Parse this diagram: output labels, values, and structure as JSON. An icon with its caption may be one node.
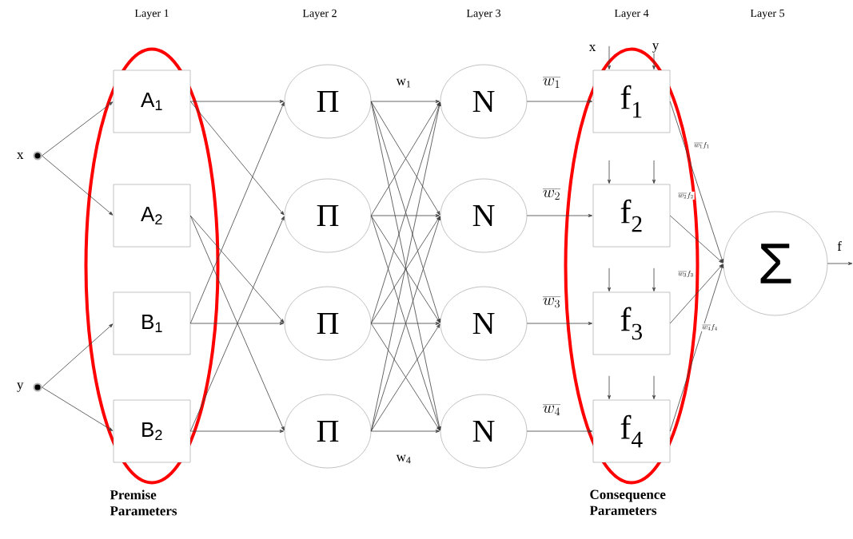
{
  "diagram": {
    "nodes": [
      {
        "text": [],
        "shape": "circle",
        "beside": [
          "x"
        ]
      },
      {
        "text": [],
        "shape": "circle",
        "beside": [
          "y"
        ]
      },
      {
        "text": [
          "Premise Parameters"
        ]
      },
      {
        "text": [
          "A$_{1}$"
        ],
        "in": 2
      },
      {
        "text": [
          "A$_{2}$"
        ],
        "in": 2
      },
      {
        "text": [
          "B$_{1}$"
        ],
        "in": 2
      },
      {
        "text": [
          "B$_{2}$"
        ],
        "in": 2
      },
      {
        "text": [
          "Π"
        ]
      },
      {
        "text": [
          "Π"
        ]
      },
      {
        "text": [
          "Π"
        ]
      },
      {
        "text": [
          "Π"
        ]
      },
      {
        "text": [
          "N"
        ]
      },
      {
        "text": [
          "N"
        ]
      },
      {
        "text": [
          "N"
        ]
      },
      {
        "text": [
          "N"
        ]
      },
      {
        "text": [
          "Consequence Parameters"
        ]
      },
      {
        "text": [
          "f$_{1}$"
        ],
        "in": 15
      },
      {
        "text": [
          "f$_{2}$"
        ],
        "in": 15
      },
      {
        "text": [
          "f$_{3}$"
        ],
        "in": 15
      },
      {
        "text": [
          "f$_{4}$"
        ],
        "in": 15
      },
      {
        "text": [
          "Σ"
        ]
      }
    ],
    "edges": [
      {
        "from": 0,
        "to": 3,
        "arrow": "to"
      },
      {
        "from": 0,
        "to": 4,
        "arrow": "to"
      },
      {
        "from": 1,
        "to": 5,
        "arrow": "to"
      },
      {
        "from": 1,
        "to": 6,
        "arrow": "to"
      },
      {
        "from": 3,
        "to": 7,
        "arrow": "to"
      },
      {
        "from": 3,
        "to": 8,
        "arrow": "to"
      },
      {
        "from": 4,
        "to": 9,
        "arrow": "to"
      },
      {
        "from": 4,
        "to": 10,
        "arrow": "to"
      },
      {
        "from": 5,
        "to": 7,
        "arrow": "to"
      },
      {
        "from": 5,
        "to": 9,
        "arrow": "to"
      },
      {
        "from": 6,
        "to": 8,
        "arrow": "to"
      },
      {
        "from": 6,
        "to": 10,
        "arrow": "to"
      },
      {
        "from": 7,
        "to": 11,
        "arrow": "to",
        "label": "w$_{1}$"
      },
      {
        "from": 7,
        "to": 12,
        "arrow": "to"
      },
      {
        "from": 7,
        "to": 13,
        "arrow": "to"
      },
      {
        "from": 7,
        "to": 14,
        "arrow": "to"
      },
      {
        "from": 8,
        "to": 11,
        "arrow": "to"
      },
      {
        "from": 8,
        "to": 12,
        "arrow": "to"
      },
      {
        "from": 8,
        "to": 13,
        "arrow": "to"
      },
      {
        "from": 8,
        "to": 14,
        "arrow": "to"
      },
      {
        "from": 9,
        "to": 11,
        "arrow": "to"
      },
      {
        "from": 9,
        "to": 12,
        "arrow": "to"
      },
      {
        "from": 9,
        "to": 13,
        "arrow": "to"
      },
      {
        "from": 9,
        "to": 14,
        "arrow": "to"
      },
      {
        "from": 10,
        "to": 11,
        "arrow": "to"
      },
      {
        "from": 10,
        "to": 12,
        "arrow": "to"
      },
      {
        "from": 10,
        "to": 13,
        "arrow": "to"
      },
      {
        "from": 10,
        "to": 14,
        "arrow": "to",
        "label": "w$_{4}$"
      },
      {
        "from": 11,
        "to": 16,
        "arrow": "to",
        "label": "\\overline{w_1}"
      },
      {
        "from": 12,
        "to": 17,
        "arrow": "to",
        "label": "\\overline{w_2}"
      },
      {
        "from": 13,
        "to": 18,
        "arrow": "to",
        "label": "\\overline{w_3}"
      },
      {
        "from": 14,
        "to": 19,
        "arrow": "to",
        "label": "\\overline{w_4}"
      },
      {
        "from": 16,
        "to": 20,
        "arrow": "to",
        "label": "\\overline{w_1}f_1"
      },
      {
        "from": 17,
        "to": 20,
        "arrow": "to",
        "label": "\\overline{w_2}f_2"
      },
      {
        "from": 18,
        "to": 20,
        "arrow": "to",
        "label": "\\overline{w_3}f_3"
      },
      {
        "from": 19,
        "to": 20,
        "arrow": "to",
        "label": "\\overline{w_4}f_4"
      },
      {
        "from": 20,
        "to": null,
        "arrow": "to",
        "label": "f"
      },
      {
        "from": null,
        "to": 16,
        "arrow": "to",
        "label": "x"
      },
      {
        "from": null,
        "to": 16,
        "arrow": "to",
        "label": "y"
      },
      {
        "from": null,
        "to": 17,
        "arrow": "to"
      },
      {
        "from": null,
        "to": 17,
        "arrow": "to"
      },
      {
        "from": null,
        "to": 18,
        "arrow": "to"
      },
      {
        "from": null,
        "to": 18,
        "arrow": "to"
      },
      {
        "from": null,
        "to": 19,
        "arrow": "to"
      },
      {
        "from": null,
        "to": 19,
        "arrow": "to"
      }
    ],
    "labels": [
      "Layer 1",
      "Layer 2",
      "Layer 3",
      "Layer 4",
      "Layer 5"
    ]
  }
}
